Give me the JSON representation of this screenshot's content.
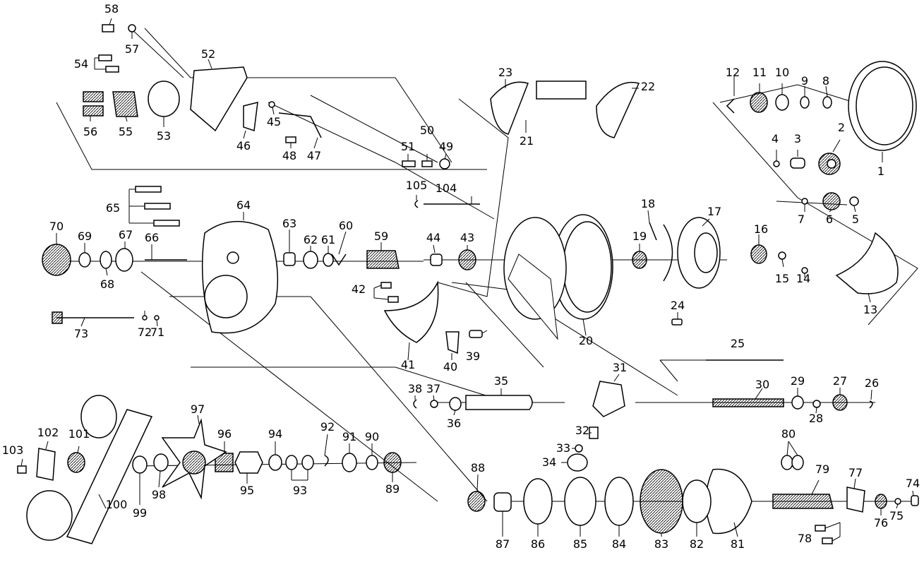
{
  "diagram": {
    "parts": [
      {
        "no": "1"
      },
      {
        "no": "2"
      },
      {
        "no": "3"
      },
      {
        "no": "4"
      },
      {
        "no": "5"
      },
      {
        "no": "6"
      },
      {
        "no": "7"
      },
      {
        "no": "8"
      },
      {
        "no": "9"
      },
      {
        "no": "10"
      },
      {
        "no": "11"
      },
      {
        "no": "12"
      },
      {
        "no": "13"
      },
      {
        "no": "14"
      },
      {
        "no": "15"
      },
      {
        "no": "16"
      },
      {
        "no": "17"
      },
      {
        "no": "18"
      },
      {
        "no": "19"
      },
      {
        "no": "20"
      },
      {
        "no": "21"
      },
      {
        "no": "22"
      },
      {
        "no": "23"
      },
      {
        "no": "24"
      },
      {
        "no": "25"
      },
      {
        "no": "26"
      },
      {
        "no": "27"
      },
      {
        "no": "28"
      },
      {
        "no": "29"
      },
      {
        "no": "30"
      },
      {
        "no": "31"
      },
      {
        "no": "32"
      },
      {
        "no": "33"
      },
      {
        "no": "34"
      },
      {
        "no": "35"
      },
      {
        "no": "36"
      },
      {
        "no": "37"
      },
      {
        "no": "38"
      },
      {
        "no": "39"
      },
      {
        "no": "40"
      },
      {
        "no": "41"
      },
      {
        "no": "42"
      },
      {
        "no": "43"
      },
      {
        "no": "44"
      },
      {
        "no": "45"
      },
      {
        "no": "46"
      },
      {
        "no": "47"
      },
      {
        "no": "48"
      },
      {
        "no": "49"
      },
      {
        "no": "50"
      },
      {
        "no": "51"
      },
      {
        "no": "52"
      },
      {
        "no": "53"
      },
      {
        "no": "54"
      },
      {
        "no": "55"
      },
      {
        "no": "56"
      },
      {
        "no": "57"
      },
      {
        "no": "58"
      },
      {
        "no": "59"
      },
      {
        "no": "60"
      },
      {
        "no": "61"
      },
      {
        "no": "62"
      },
      {
        "no": "63"
      },
      {
        "no": "64"
      },
      {
        "no": "65"
      },
      {
        "no": "66"
      },
      {
        "no": "67"
      },
      {
        "no": "68"
      },
      {
        "no": "69"
      },
      {
        "no": "70"
      },
      {
        "no": "71"
      },
      {
        "no": "72"
      },
      {
        "no": "73"
      },
      {
        "no": "74"
      },
      {
        "no": "75"
      },
      {
        "no": "76"
      },
      {
        "no": "77"
      },
      {
        "no": "78"
      },
      {
        "no": "79"
      },
      {
        "no": "80"
      },
      {
        "no": "81"
      },
      {
        "no": "82"
      },
      {
        "no": "83"
      },
      {
        "no": "84"
      },
      {
        "no": "85"
      },
      {
        "no": "86"
      },
      {
        "no": "87"
      },
      {
        "no": "88"
      },
      {
        "no": "89"
      },
      {
        "no": "90"
      },
      {
        "no": "91"
      },
      {
        "no": "92"
      },
      {
        "no": "93"
      },
      {
        "no": "94"
      },
      {
        "no": "95"
      },
      {
        "no": "96"
      },
      {
        "no": "97"
      },
      {
        "no": "98"
      },
      {
        "no": "99"
      },
      {
        "no": "100"
      },
      {
        "no": "101"
      },
      {
        "no": "102"
      },
      {
        "no": "103"
      },
      {
        "no": "104"
      },
      {
        "no": "105"
      }
    ]
  }
}
